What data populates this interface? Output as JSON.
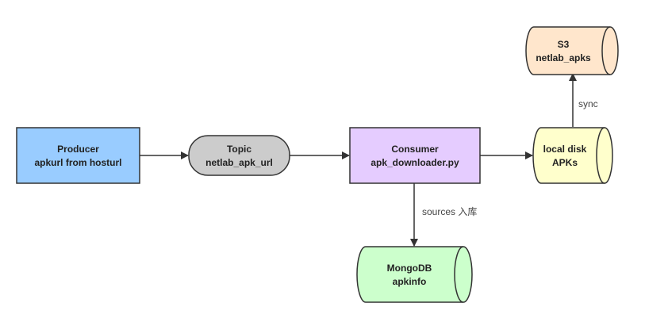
{
  "nodes": {
    "producer": {
      "line1": "Producer",
      "line2": "apkurl from hosturl",
      "fill": "#99ccff"
    },
    "topic": {
      "line1": "Topic",
      "line2": "netlab_apk_url",
      "fill": "#cccccc"
    },
    "consumer": {
      "line1": "Consumer",
      "line2": "apk_downloader.py",
      "fill": "#e5ccff"
    },
    "local_disk": {
      "line1": "local disk",
      "line2": "APKs",
      "fill": "#ffffcc"
    },
    "s3": {
      "line1": "S3",
      "line2": "netlab_apks",
      "fill": "#ffe6cc"
    },
    "mongodb": {
      "line1": "MongoDB",
      "line2": "apkinfo",
      "fill": "#ccffcc"
    }
  },
  "edges": {
    "sync": "sync",
    "sources": "sources 入库"
  },
  "colors": {
    "stroke": "#333333",
    "edge": "#333333"
  }
}
